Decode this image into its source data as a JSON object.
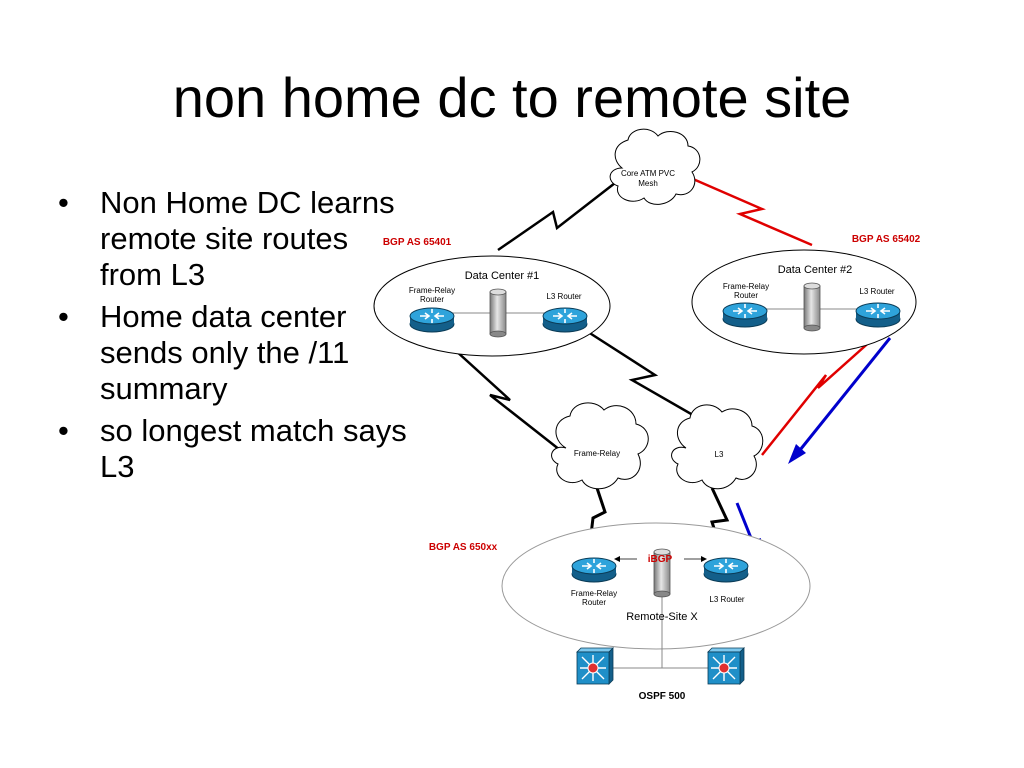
{
  "slide": {
    "title": "non home dc to remote site",
    "bullets": [
      "Non Home DC learns remote site routes from L3",
      "Home data center sends only the /11 summary",
      "so longest match says L3"
    ]
  },
  "diagram": {
    "clouds": {
      "core_line1": "Core ATM PVC",
      "core_line2": "Mesh",
      "frame_relay": "Frame-Relay",
      "l3": "L3"
    },
    "dc1": {
      "title": "Data Center #1",
      "bgp": "BGP AS 65401",
      "fr_line1": "Frame-Relay",
      "fr_line2": "Router",
      "l3": "L3 Router"
    },
    "dc2": {
      "title": "Data Center #2",
      "bgp": "BGP AS 65402",
      "fr_line1": "Frame-Relay",
      "fr_line2": "Router",
      "l3": "L3 Router"
    },
    "remote": {
      "title": "Remote-Site X",
      "bgp": "BGP AS 650xx",
      "ibgp": "iBGP",
      "fr_line1": "Frame-Relay",
      "fr_line2": "Router",
      "l3": "L3 Router",
      "ospf": "OSPF 500"
    },
    "colors": {
      "bgp_label": "#cc0000",
      "red_link": "#e00000",
      "blue_arrow": "#0000cc",
      "router_fill": "#1f8fc8",
      "switch_fill": "#1f8fc8"
    }
  }
}
